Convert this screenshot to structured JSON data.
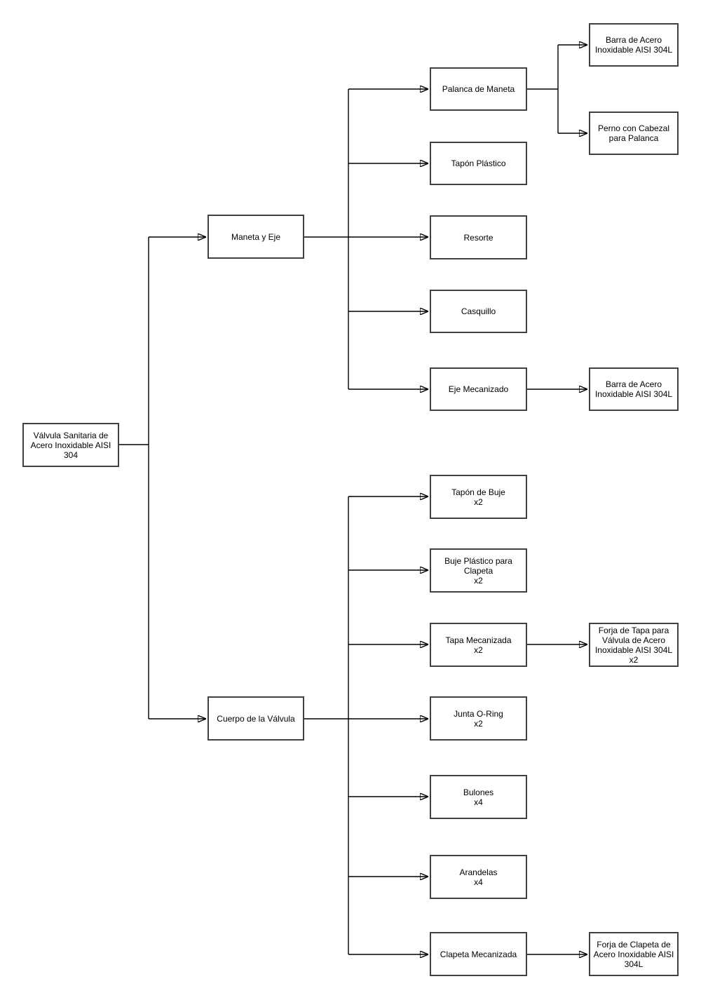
{
  "diagram": {
    "type": "tree",
    "colors": {
      "background": "#ffffff",
      "node_fill": "#ffffff",
      "node_border": "#404040",
      "connector": "#000000",
      "text": "#000000"
    },
    "nodes": {
      "root": {
        "label": "Válvula Sanitaria de Acero Inoxidable AISI 304"
      },
      "maneta_y_eje": {
        "label": "Maneta y Eje"
      },
      "cuerpo_valvula": {
        "label": "Cuerpo de la Válvula"
      },
      "palanca_maneta": {
        "label": "Palanca de Maneta"
      },
      "tapon_plastico": {
        "label": "Tapón Plástico"
      },
      "resorte": {
        "label": "Resorte"
      },
      "casquillo": {
        "label": "Casquillo"
      },
      "eje_mecanizado": {
        "label": "Eje Mecanizado"
      },
      "barra_acero_1": {
        "label": "Barra de Acero Inoxidable AISI 304L"
      },
      "perno_cabezal": {
        "label": "Perno con Cabezal para Palanca"
      },
      "barra_acero_2": {
        "label": "Barra de Acero Inoxidable AISI 304L"
      },
      "tapon_buje": {
        "label": "Tapón de Buje",
        "qty": "x2"
      },
      "buje_plastico": {
        "label": "Buje Plástico para Clapeta",
        "qty": "x2"
      },
      "tapa_mecanizada": {
        "label": "Tapa Mecanizada",
        "qty": "x2"
      },
      "forja_tapa": {
        "label": "Forja de Tapa para Válvula de Acero Inoxidable AISI 304L",
        "qty": "x2"
      },
      "junta_oring": {
        "label": "Junta O-Ring",
        "qty": "x2"
      },
      "bulones": {
        "label": "Bulones",
        "qty": "x4"
      },
      "arandelas": {
        "label": "Arandelas",
        "qty": "x4"
      },
      "clapeta_mecanizada": {
        "label": "Clapeta Mecanizada"
      },
      "forja_clapeta": {
        "label": "Forja de Clapeta de Acero Inoxidable AISI 304L"
      }
    },
    "edges": [
      {
        "from": "root",
        "to": "maneta_y_eje"
      },
      {
        "from": "root",
        "to": "cuerpo_valvula"
      },
      {
        "from": "maneta_y_eje",
        "to": "palanca_maneta"
      },
      {
        "from": "maneta_y_eje",
        "to": "tapon_plastico"
      },
      {
        "from": "maneta_y_eje",
        "to": "resorte"
      },
      {
        "from": "maneta_y_eje",
        "to": "casquillo"
      },
      {
        "from": "maneta_y_eje",
        "to": "eje_mecanizado"
      },
      {
        "from": "palanca_maneta",
        "to": "barra_acero_1"
      },
      {
        "from": "palanca_maneta",
        "to": "perno_cabezal"
      },
      {
        "from": "eje_mecanizado",
        "to": "barra_acero_2"
      },
      {
        "from": "cuerpo_valvula",
        "to": "tapon_buje"
      },
      {
        "from": "cuerpo_valvula",
        "to": "buje_plastico"
      },
      {
        "from": "cuerpo_valvula",
        "to": "tapa_mecanizada"
      },
      {
        "from": "cuerpo_valvula",
        "to": "junta_oring"
      },
      {
        "from": "cuerpo_valvula",
        "to": "bulones"
      },
      {
        "from": "cuerpo_valvula",
        "to": "arandelas"
      },
      {
        "from": "cuerpo_valvula",
        "to": "clapeta_mecanizada"
      },
      {
        "from": "tapa_mecanizada",
        "to": "forja_tapa"
      },
      {
        "from": "clapeta_mecanizada",
        "to": "forja_clapeta"
      }
    ]
  }
}
